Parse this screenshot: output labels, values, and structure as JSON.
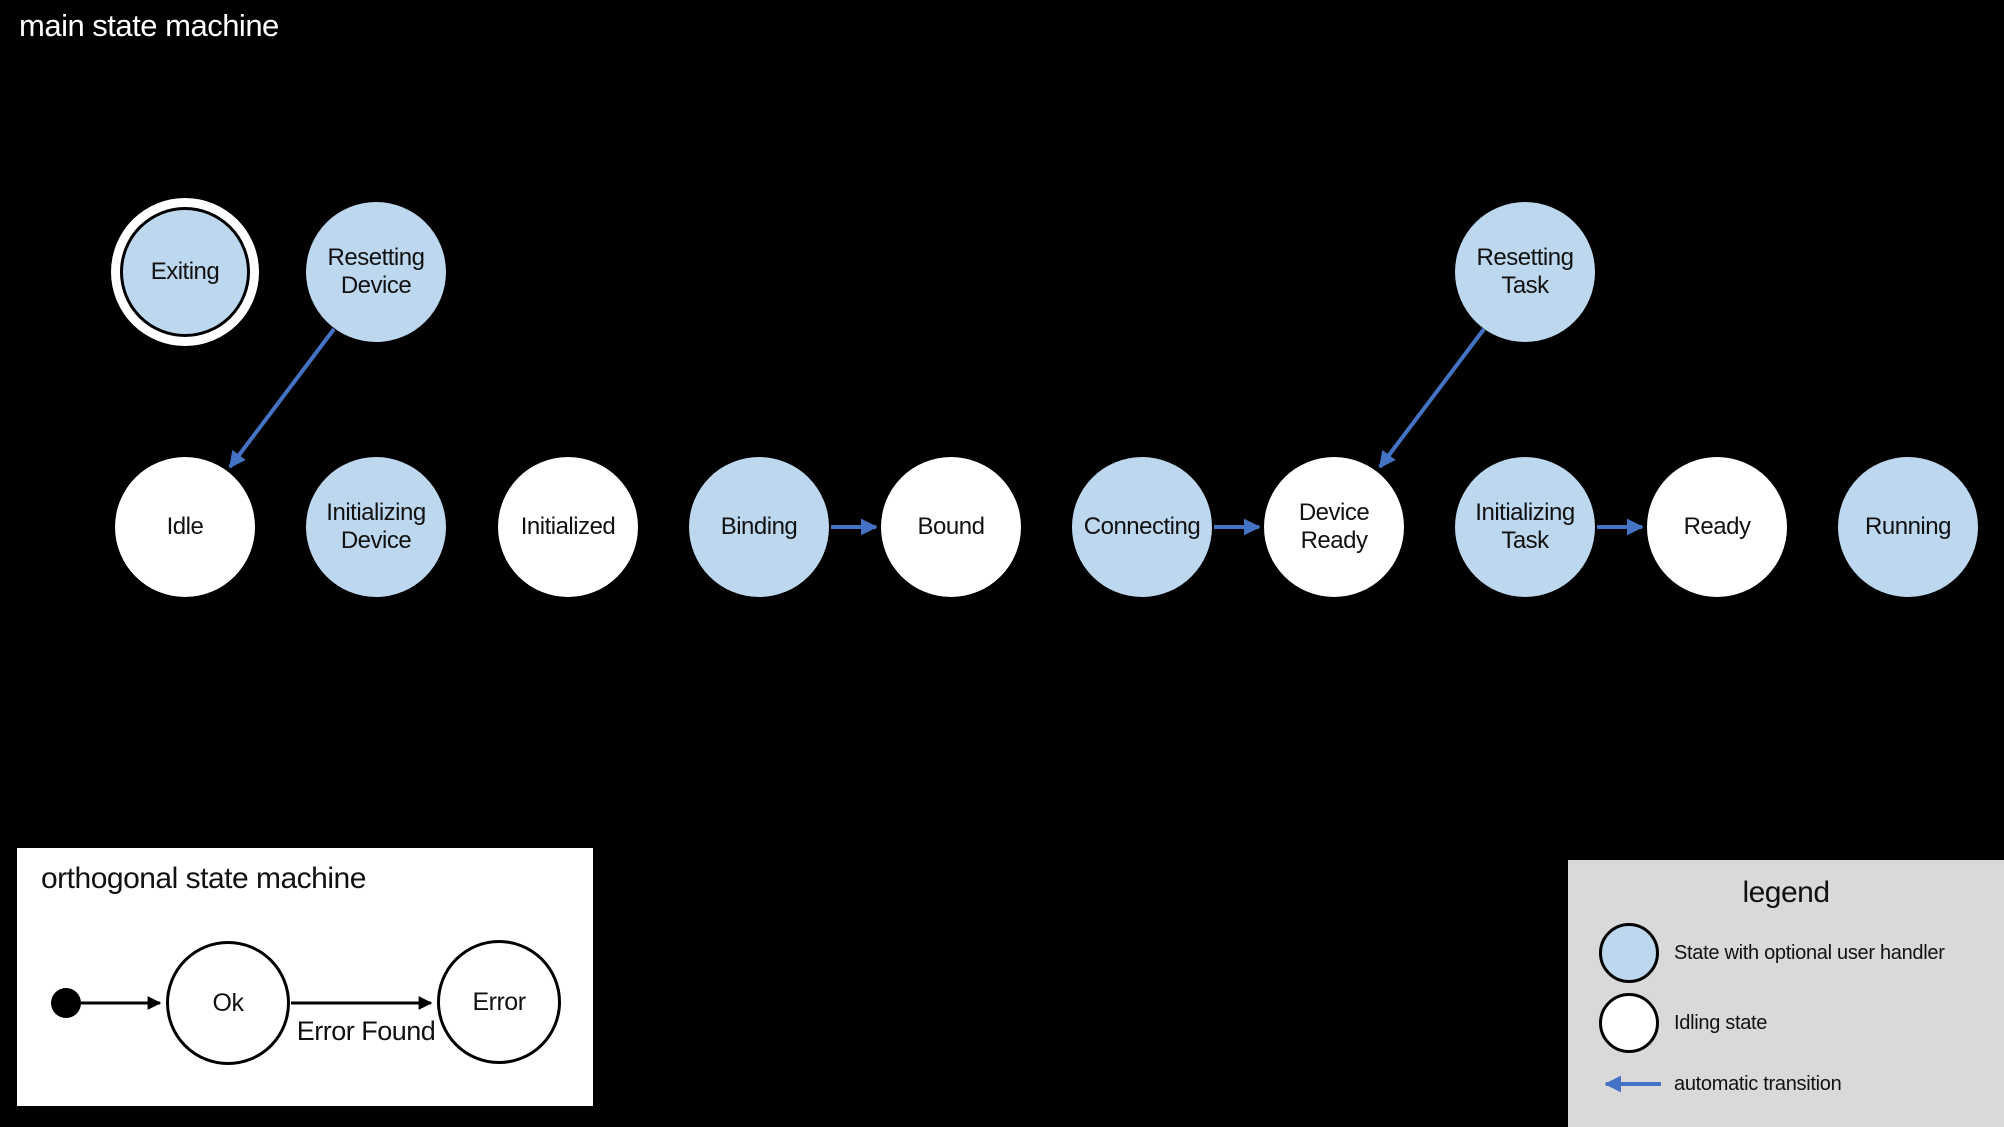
{
  "colors": {
    "background": "#000000",
    "state_user_handler_fill": "#BDD7EE",
    "state_idling_fill": "#FFFFFF",
    "automatic_transition_arrow": "#4472C4",
    "legend_background": "#D9D9D9",
    "outline": "#000000"
  },
  "main_diagram": {
    "title": "main state machine",
    "states": [
      {
        "label": "Exiting",
        "type": "user-handler",
        "double_ring": true
      },
      {
        "label": "Resetting Device",
        "type": "user-handler"
      },
      {
        "label": "Resetting Task",
        "type": "user-handler"
      },
      {
        "label": "Idle",
        "type": "idling"
      },
      {
        "label": "Initializing Device",
        "type": "user-handler"
      },
      {
        "label": "Initialized",
        "type": "idling"
      },
      {
        "label": "Binding",
        "type": "user-handler"
      },
      {
        "label": "Bound",
        "type": "idling"
      },
      {
        "label": "Connecting",
        "type": "user-handler"
      },
      {
        "label": "Device Ready",
        "type": "idling"
      },
      {
        "label": "Initializing Task",
        "type": "user-handler"
      },
      {
        "label": "Ready",
        "type": "idling"
      },
      {
        "label": "Running",
        "type": "user-handler"
      }
    ],
    "transitions": [
      {
        "from": "Resetting Device",
        "to": "Idle",
        "type": "automatic"
      },
      {
        "from": "Binding",
        "to": "Bound",
        "type": "automatic"
      },
      {
        "from": "Connecting",
        "to": "Device Ready",
        "type": "automatic"
      },
      {
        "from": "Resetting Task",
        "to": "Device Ready",
        "type": "automatic"
      },
      {
        "from": "Initializing Task",
        "to": "Ready",
        "type": "automatic"
      }
    ]
  },
  "orthogonal_diagram": {
    "title": "orthogonal state machine",
    "states": [
      {
        "label": "Ok"
      },
      {
        "label": "Error"
      }
    ],
    "transition_label": "Error Found"
  },
  "legend": {
    "title": "legend",
    "items": [
      {
        "swatch": "blue-state-circle",
        "label": "State with optional user handler"
      },
      {
        "swatch": "white-state-circle",
        "label": "Idling state"
      },
      {
        "swatch": "blue-arrow",
        "label": "automatic transition"
      }
    ]
  }
}
